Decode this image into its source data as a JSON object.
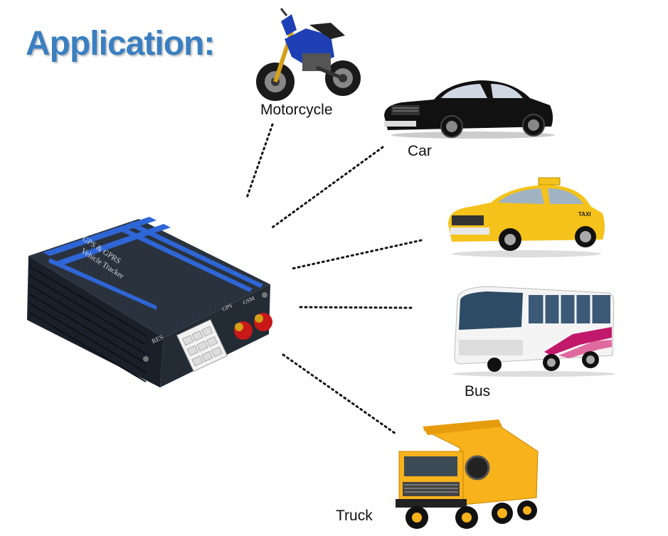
{
  "heading": "Application:",
  "device": {
    "line1": "GPS & GPRS",
    "line2": "Vehicle Tracker",
    "port_gps": "GPS",
    "port_gsm": "GSM",
    "port_res": "RES"
  },
  "vehicles": {
    "motorcycle": "Motorcycle",
    "car": "Car",
    "taxi_sign": "TAXI",
    "bus": "Bus",
    "truck": "Truck"
  },
  "colors": {
    "heading": "#3a7fc1",
    "device_body": "#1d2530",
    "device_stripe": "#2f66d6",
    "antenna": "#d21f1f",
    "taxi": "#f4c21a",
    "truck": "#f7b21c"
  }
}
